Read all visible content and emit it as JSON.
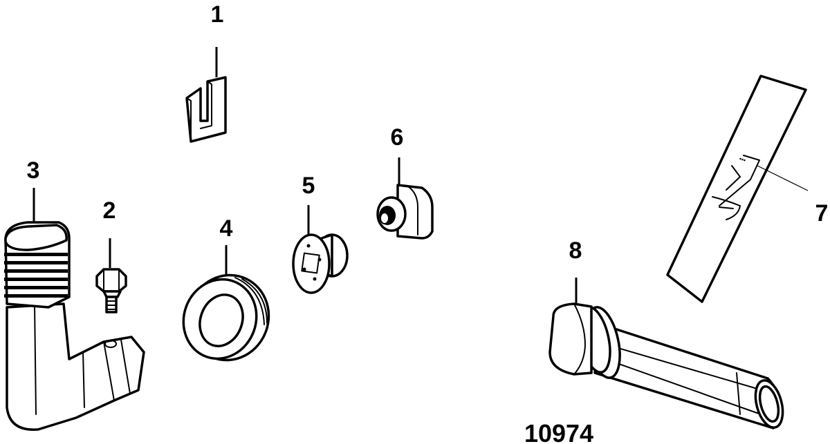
{
  "diagram": {
    "callouts": [
      {
        "id": "1",
        "label": "1"
      },
      {
        "id": "2",
        "label": "2"
      },
      {
        "id": "3",
        "label": "3"
      },
      {
        "id": "4",
        "label": "4"
      },
      {
        "id": "5",
        "label": "5"
      },
      {
        "id": "6",
        "label": "6"
      },
      {
        "id": "7",
        "label": "7"
      },
      {
        "id": "8",
        "label": "8"
      }
    ],
    "figure_number": "10974"
  }
}
